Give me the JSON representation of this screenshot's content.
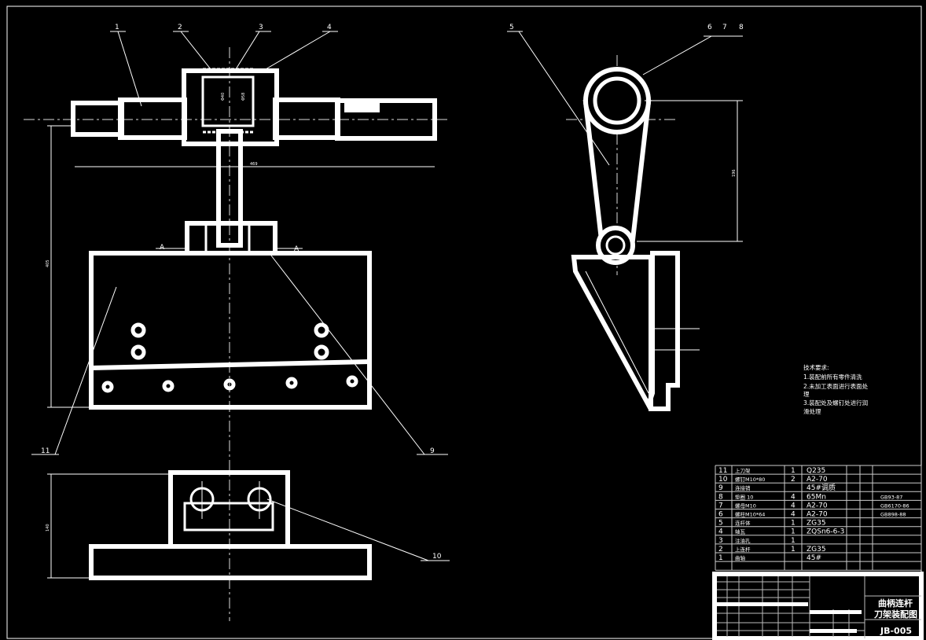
{
  "drawing": {
    "title_line1": "曲柄连杆",
    "title_line2": "刀架装配图",
    "drawing_number": "JB-005",
    "section_marker": "A",
    "dimensions": {
      "shaft_length": "469",
      "total_height": "405",
      "side_height": "196",
      "bottom_height": "140",
      "bore_left": "Φ40",
      "bore_right": "Φ58"
    },
    "balloons": [
      "1",
      "2",
      "3",
      "4",
      "5",
      "6",
      "7",
      "8",
      "9",
      "10",
      "11"
    ]
  },
  "technical_requirements": {
    "heading": "技术要求:",
    "lines": [
      "1.装配前所有零件清洗",
      "2.未加工表面进行表面处",
      "理",
      "3.装配处及螺钉处进行润",
      "滑处理"
    ]
  },
  "bom": [
    {
      "no": "11",
      "name": "上刀架",
      "qty": "1",
      "material": "Q235",
      "standard": ""
    },
    {
      "no": "10",
      "name": "螺钉M10*80",
      "qty": "2",
      "material": "A2-70",
      "standard": ""
    },
    {
      "no": "9",
      "name": "连接销",
      "qty": "",
      "material": "45#调质",
      "standard": ""
    },
    {
      "no": "8",
      "name": "垫圈 10",
      "qty": "4",
      "material": "65Mn",
      "standard": "GB93-87"
    },
    {
      "no": "7",
      "name": "螺母M10",
      "qty": "4",
      "material": "A2-70",
      "standard": "GB6170-86"
    },
    {
      "no": "6",
      "name": "螺柱M10*64",
      "qty": "4",
      "material": "A2-70",
      "standard": "GB898-88"
    },
    {
      "no": "5",
      "name": "连杆体",
      "qty": "1",
      "material": "ZG35",
      "standard": ""
    },
    {
      "no": "4",
      "name": "轴瓦",
      "qty": "1",
      "material": "ZQSn6-6-3",
      "standard": ""
    },
    {
      "no": "3",
      "name": "注油孔",
      "qty": "1",
      "material": "",
      "standard": ""
    },
    {
      "no": "2",
      "name": "上连杆",
      "qty": "1",
      "material": "ZG35",
      "standard": ""
    },
    {
      "no": "1",
      "name": "曲轴",
      "qty": "",
      "material": "45#",
      "standard": ""
    }
  ]
}
